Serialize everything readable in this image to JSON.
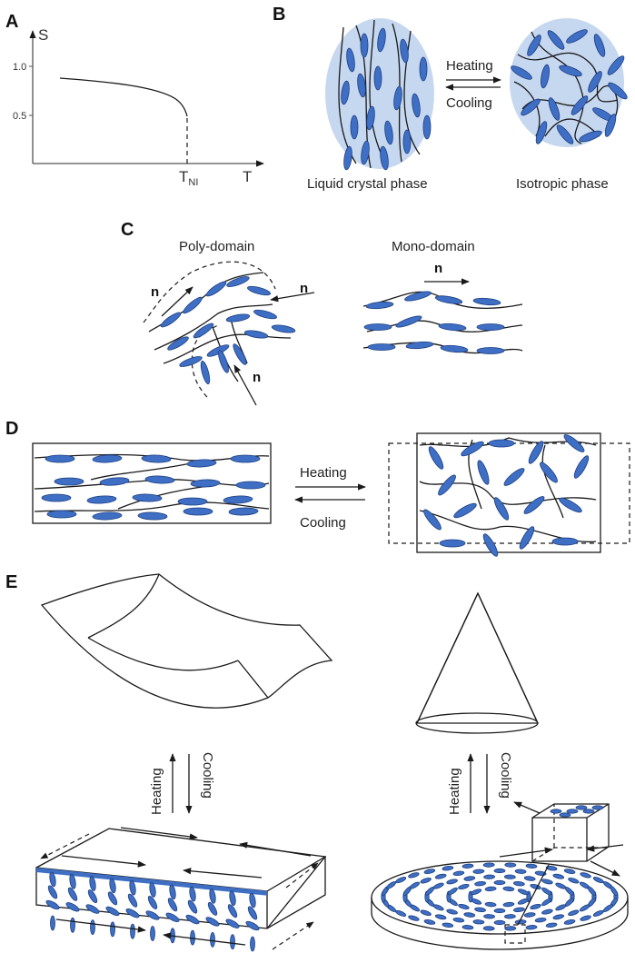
{
  "panels": {
    "a": {
      "label": "A",
      "y_axis": "S",
      "x_axis": "T",
      "tick_10": "1.0",
      "tick_05": "0.5",
      "transition_T": "T",
      "transition_sub": "NI"
    },
    "b": {
      "label": "B",
      "heating": "Heating",
      "cooling": "Cooling",
      "lc_phase": "Liquid crystal phase",
      "iso_phase": "Isotropic phase"
    },
    "c": {
      "label": "C",
      "poly": "Poly-domain",
      "mono": "Mono-domain",
      "director": "n"
    },
    "d": {
      "label": "D",
      "heating": "Heating",
      "cooling": "Cooling"
    },
    "e": {
      "label": "E",
      "heating": "Heating",
      "cooling": "Cooling"
    }
  },
  "colors": {
    "molecule": "#3e6fc4",
    "phase_bg": "#c6d7f0",
    "line": "#1a1a1a"
  }
}
